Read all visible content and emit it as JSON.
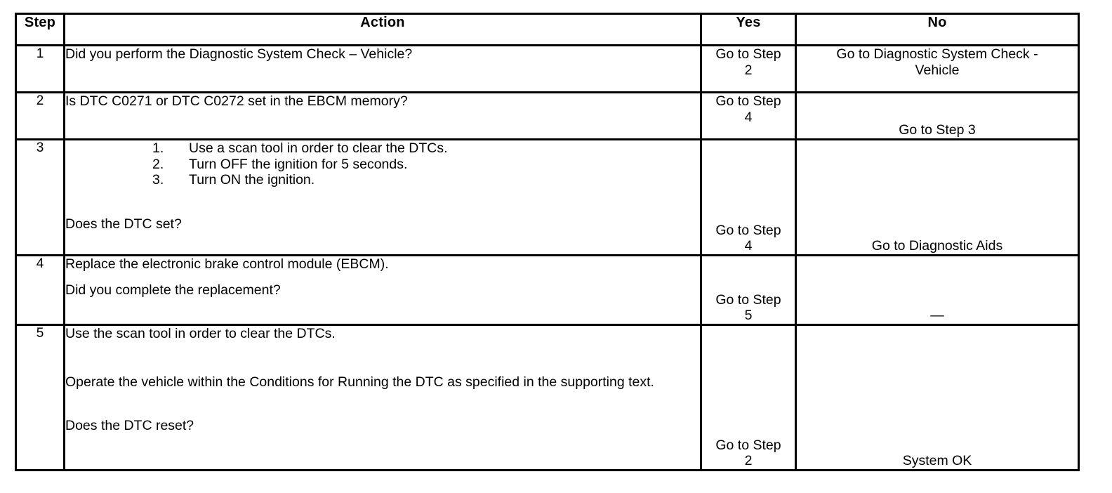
{
  "table": {
    "headers": {
      "step": "Step",
      "action": "Action",
      "yes": "Yes",
      "no": "No"
    },
    "rows": [
      {
        "step": "1",
        "action_lines": [
          "Did you perform the Diagnostic System Check – Vehicle?"
        ],
        "yes_lines": [
          "Go to Step",
          "2"
        ],
        "no_lines": [
          "Go to Diagnostic System Check -",
          "Vehicle"
        ]
      },
      {
        "step": "2",
        "action_lines": [
          "Is DTC C0271 or DTC C0272 set in the EBCM memory?"
        ],
        "yes_lines": [
          "Go to Step",
          "4"
        ],
        "no_lines": [
          "Go to Step 3"
        ]
      },
      {
        "step": "3",
        "list_items": [
          {
            "num": "1.",
            "text": "Use a scan tool in order to clear the DTCs."
          },
          {
            "num": "2.",
            "text": "Turn OFF the ignition for 5 seconds."
          },
          {
            "num": "3.",
            "text": "Turn ON the ignition."
          }
        ],
        "action_lines": [
          "Does the DTC set?"
        ],
        "yes_lines": [
          "Go to Step",
          "4"
        ],
        "no_lines": [
          "Go to Diagnostic Aids"
        ]
      },
      {
        "step": "4",
        "action_lines": [
          "Replace the electronic brake control module (EBCM).",
          "Did you complete the replacement?"
        ],
        "yes_lines": [
          "Go to Step",
          "5"
        ],
        "no_lines": [
          "—"
        ]
      },
      {
        "step": "5",
        "action_lines": [
          "Use the scan tool in order to clear the DTCs.",
          "Operate the vehicle within the Conditions for Running the DTC as specified in the supporting text.",
          "Does the DTC reset?"
        ],
        "yes_lines": [
          "Go to Step",
          "2"
        ],
        "no_lines": [
          "System OK"
        ]
      }
    ]
  },
  "colors": {
    "border": "#000000",
    "background": "#ffffff",
    "text": "#000000"
  }
}
